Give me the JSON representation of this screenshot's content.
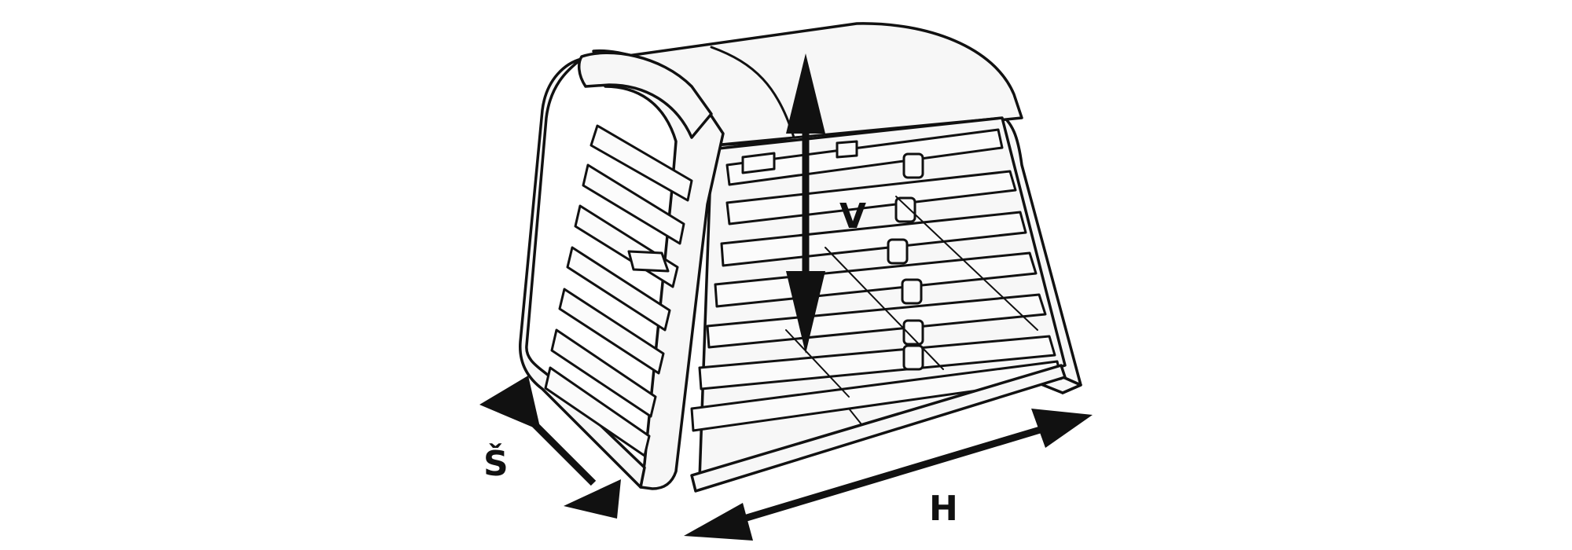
{
  "dimensions": {
    "height_label": "V",
    "width_label": "Š",
    "length_label": "H"
  },
  "colors": {
    "line": "#111111",
    "background": "#ffffff",
    "fill": "#f7f7f7"
  },
  "icons": {
    "product": "dog-crate-illustration",
    "arrows": "double-headed-arrow"
  }
}
